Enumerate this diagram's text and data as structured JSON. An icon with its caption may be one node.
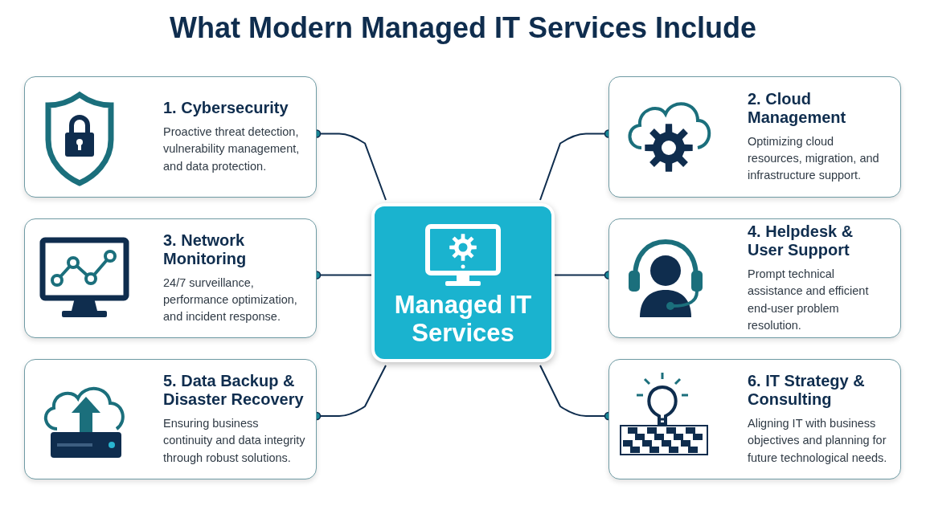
{
  "diagram": {
    "title": "What Modern Managed IT Services Include",
    "nodes": [
      {
        "text": [
          "1. Cybersecurity",
          "Proactive threat detection, vulnerability management, and data protection."
        ]
      },
      {
        "text": [
          "2. Cloud Management",
          "Optimizing cloud resources, migration, and infrastructure support."
        ]
      },
      {
        "text": [
          "3. Network Monitoring",
          "24/7 surveillance, performance optimization, and incident response."
        ]
      },
      {
        "text": [
          "Managed IT Services"
        ]
      },
      {
        "text": [
          "4. Helpdesk & User Support",
          "Prompt technical assistance and efficient end-user problem resolution."
        ]
      },
      {
        "text": [
          "5. Data Backup & Disaster Recovery",
          "Ensuring business continuity and data integrity through robust solutions."
        ]
      },
      {
        "text": [
          "6. IT Strategy & Consulting",
          "Aligning IT with business objectives and planning for future technological needs."
        ]
      }
    ],
    "edges": [
      {
        "from": 3,
        "to": 0,
        "arrow": "other"
      },
      {
        "from": 3,
        "to": 1,
        "arrow": "other"
      },
      {
        "from": 3,
        "to": 2,
        "arrow": "other"
      },
      {
        "from": 3,
        "to": 4,
        "arrow": "other"
      },
      {
        "from": 3,
        "to": 5,
        "arrow": "other"
      },
      {
        "from": 3,
        "to": 6,
        "arrow": "other"
      }
    ]
  }
}
